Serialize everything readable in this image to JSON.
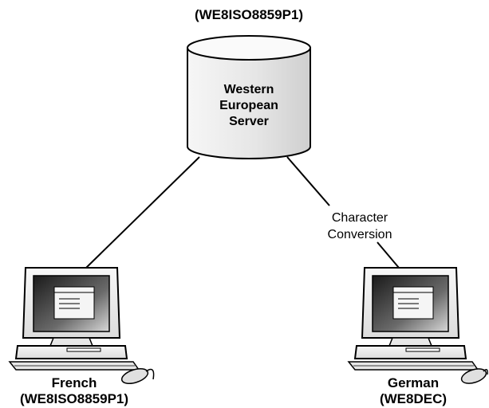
{
  "server": {
    "charset": "(WE8ISO8859P1)",
    "name_lines": [
      "Western",
      "European",
      "Server"
    ]
  },
  "connection_label": [
    "Character",
    "Conversion"
  ],
  "clients": [
    {
      "name": "French",
      "charset": "(WE8ISO8859P1)"
    },
    {
      "name": "German",
      "charset": "(WE8DEC)"
    }
  ],
  "colors": {
    "stroke": "#000000",
    "server_fill_light": "#f4f4f4",
    "server_fill_mid": "#d4d4d4",
    "screen_dark": "#3a3a3a",
    "monitor_fill": "#f2f2f2",
    "window_fill": "#f5f5f5"
  },
  "icons": [
    "database-cylinder-icon",
    "computer-icon",
    "mouse-icon"
  ]
}
